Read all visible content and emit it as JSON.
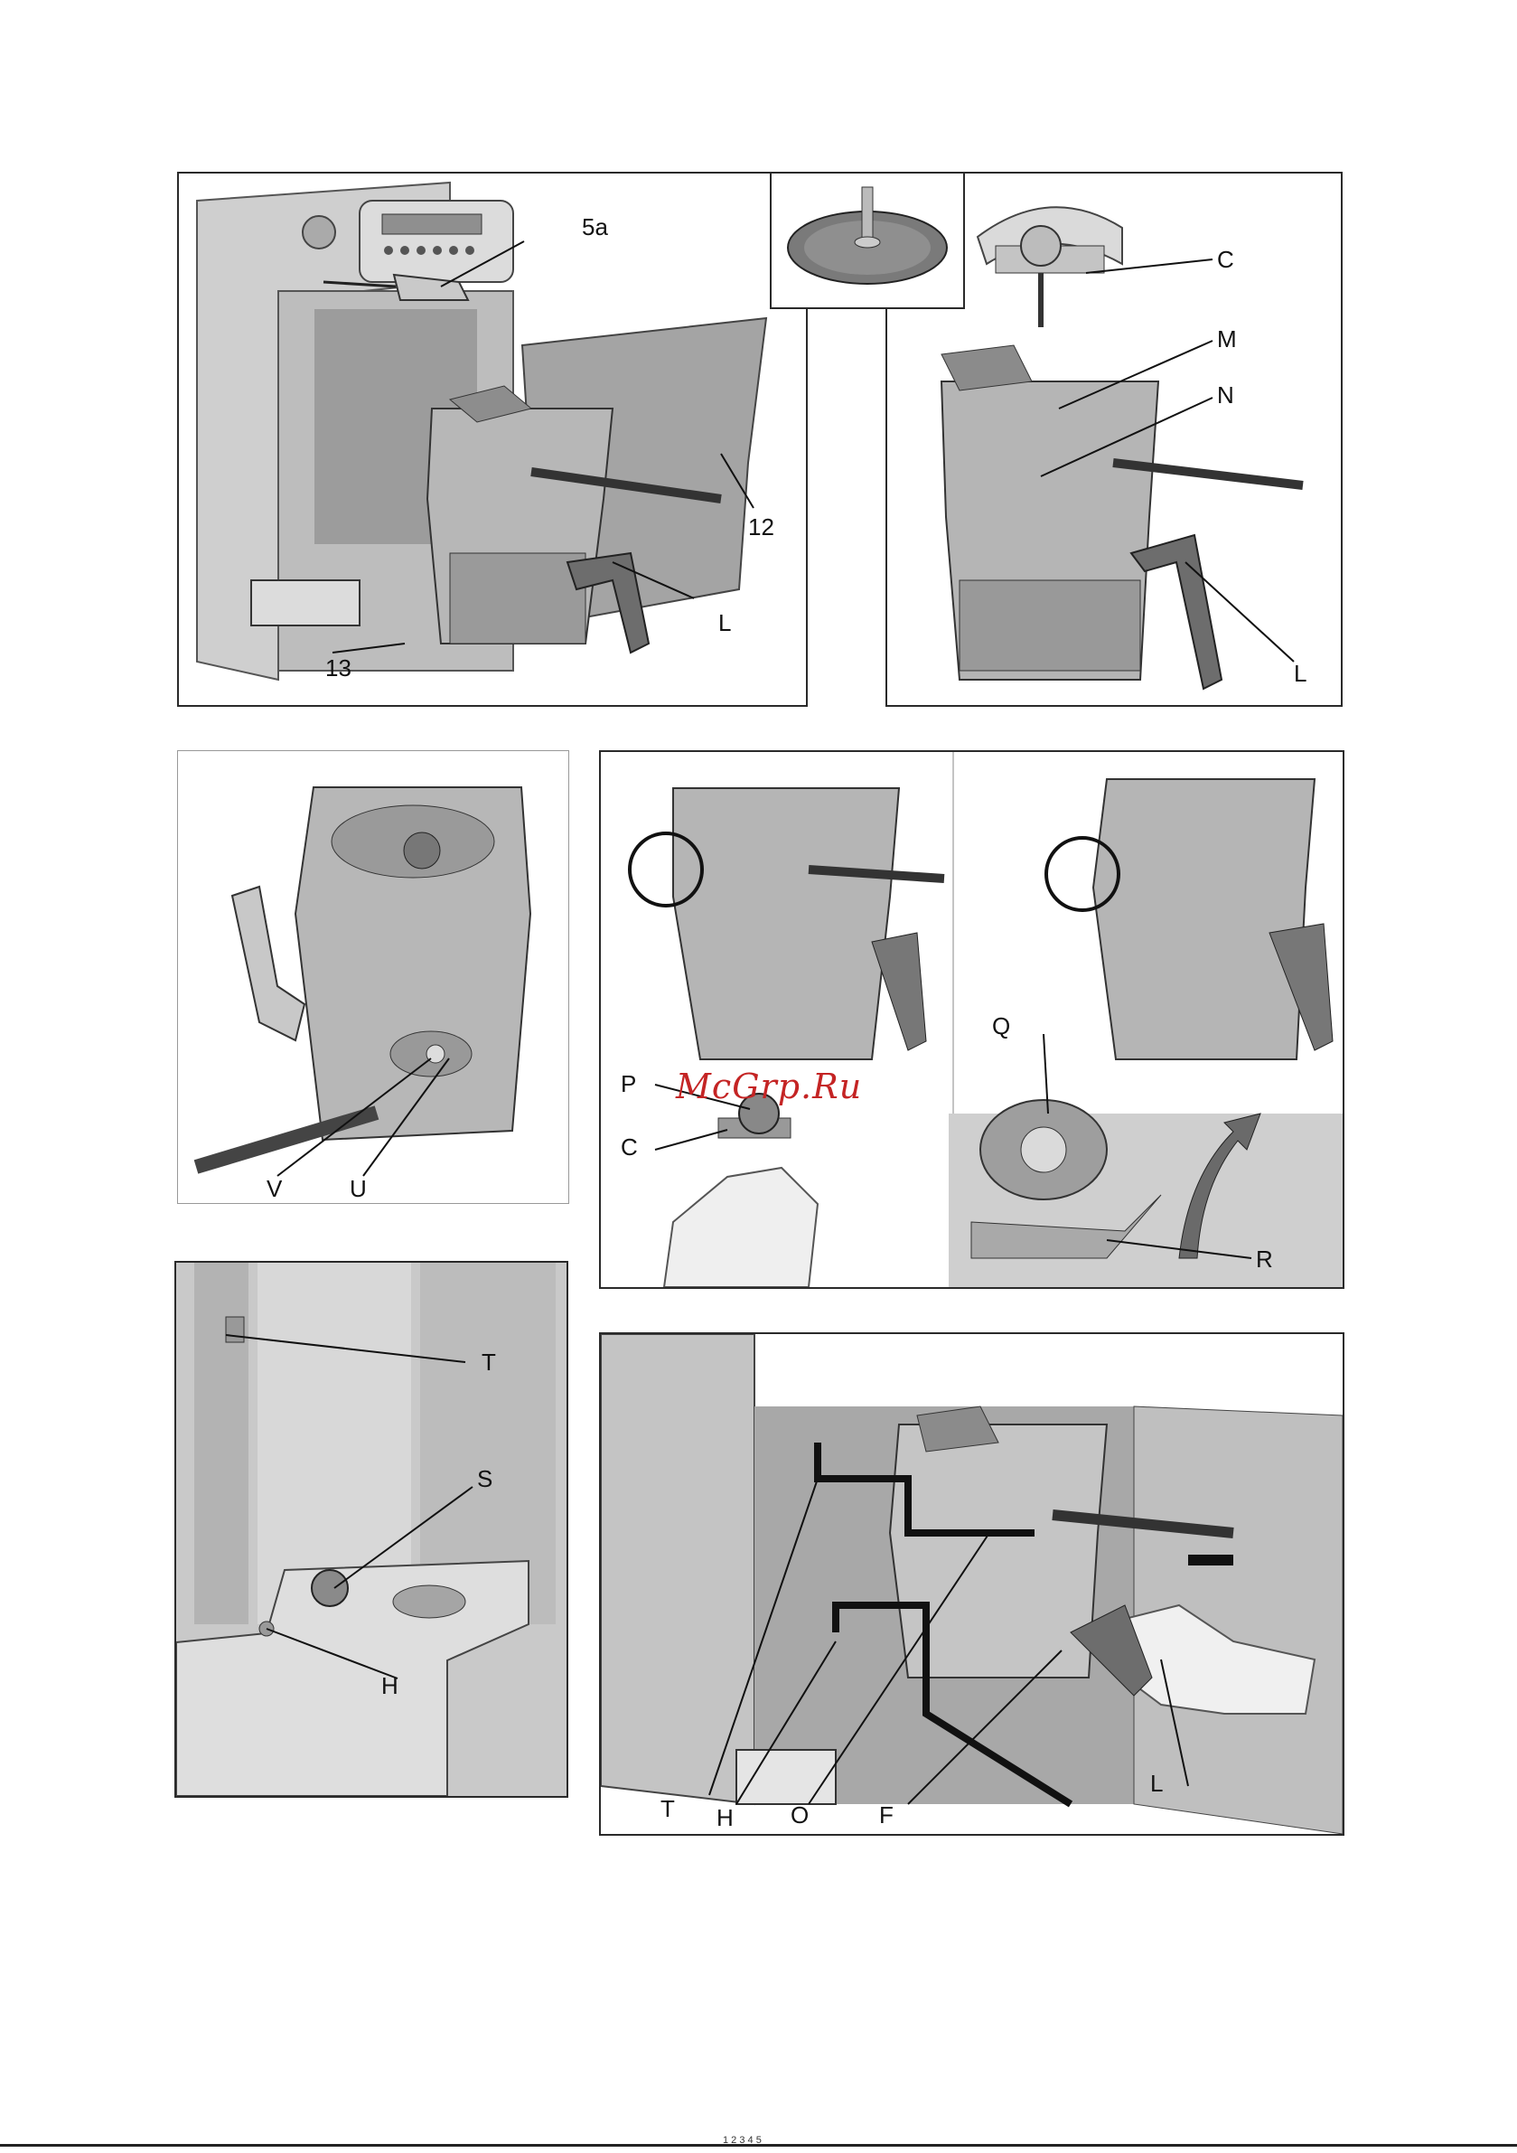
{
  "figure1": {
    "labels": {
      "l5a": "5a",
      "l12": "12",
      "l13": "13",
      "lL": "L"
    }
  },
  "figure2": {
    "labels": {
      "lC": "C",
      "lM": "M",
      "lN": "N",
      "lL": "L"
    }
  },
  "figure3": {
    "labels": {
      "lV": "V",
      "lU": "U"
    }
  },
  "figure4": {
    "labels": {
      "lP": "P",
      "lC": "C",
      "lQ": "Q",
      "lR": "R"
    }
  },
  "figure5": {
    "labels": {
      "lT": "T",
      "lS": "S",
      "lH": "H"
    }
  },
  "figure6": {
    "labels": {
      "lT": "T",
      "lH": "H",
      "lO": "O",
      "lF": "F",
      "lL": "L"
    }
  },
  "watermark": "McGrp.Ru",
  "footer_text": "1 2 3 4 5"
}
